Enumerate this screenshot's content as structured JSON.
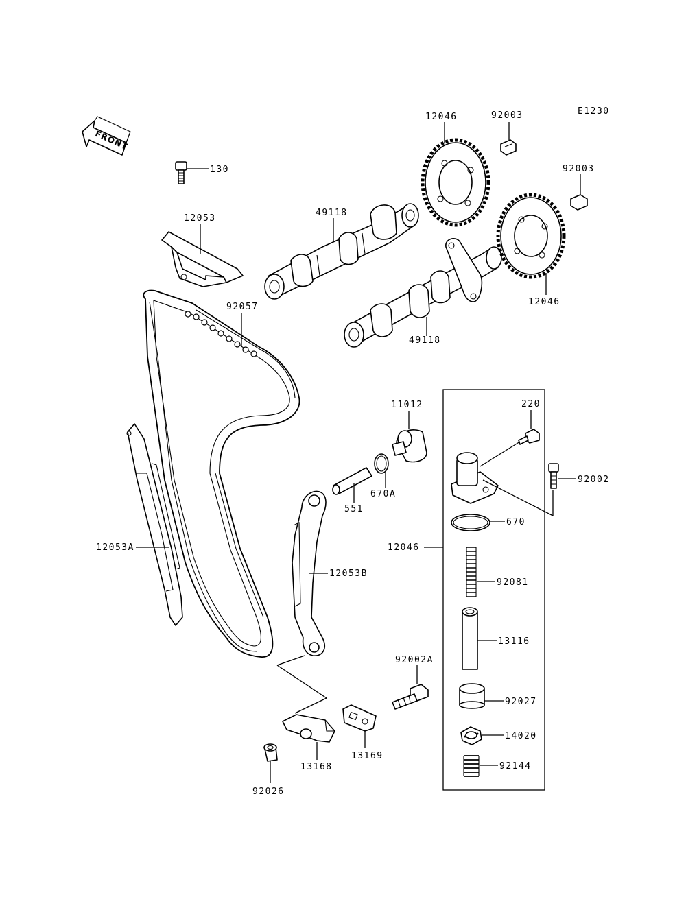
{
  "diagram": {
    "code": "E1230",
    "front_arrow": "FRONT"
  },
  "parts": {
    "p130": "130",
    "p12053": "12053",
    "p92057": "92057",
    "p49118_top": "49118",
    "p49118_bot": "49118",
    "p12046_sprocket_top": "12046",
    "p12046_sprocket_bot": "12046",
    "p92003_a": "92003",
    "p92003_b": "92003",
    "p11012": "11012",
    "p670A": "670A",
    "p551": "551",
    "p220": "220",
    "p92002": "92002",
    "p670": "670",
    "p12046_tensioner": "12046",
    "p92081": "92081",
    "p13116": "13116",
    "p92027": "92027",
    "p14020": "14020",
    "p92144": "92144",
    "p12053A": "12053A",
    "p12053B": "12053B",
    "p92002A": "92002A",
    "p13168": "13168",
    "p13169": "13169",
    "p92026": "92026"
  }
}
